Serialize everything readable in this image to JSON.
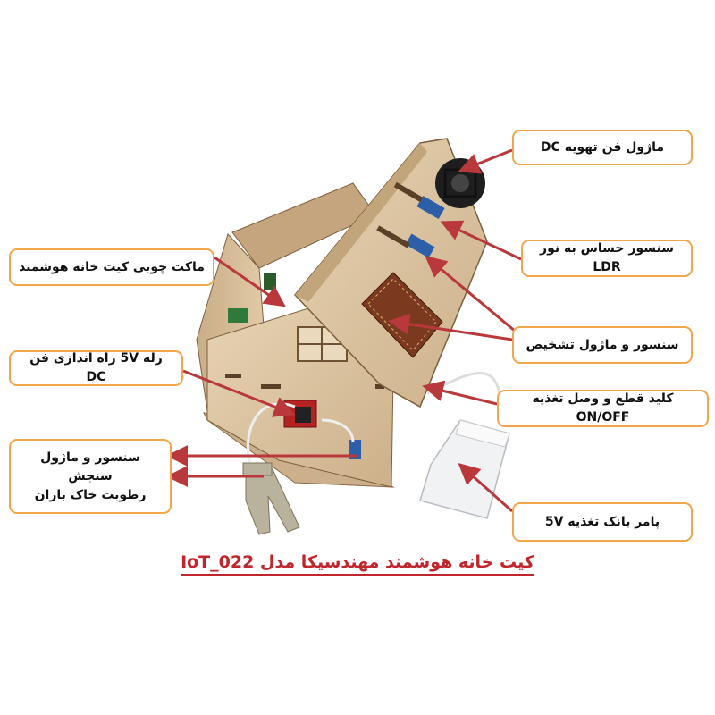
{
  "callouts": {
    "fan_module": "ماژول فن تهویه DC",
    "ldr_sensor": "سنسور حساس به نور LDR",
    "wooden_model": "ماکت چوبی کیت خانه هوشمند",
    "detection_module": "سنسور و ماژول تشخیص",
    "relay_module": "رله 5V راه اندازی فن DC",
    "power_switch": "کلید قطع و وصل تغذیه ON/OFF",
    "soil_sensor_line1": "سنسور و ماژول سنجش",
    "soil_sensor_line2": "رطوبت خاک باران",
    "power_bank": "پامر بانک تغذیه 5V"
  },
  "title": "کیت خانه هوشمند مهندسیکا مدل IoT_022",
  "colors": {
    "callout_border": "#f0a64a",
    "arrow": "#b8383c",
    "title": "#c0262d",
    "wood": "#d9c2a0"
  }
}
